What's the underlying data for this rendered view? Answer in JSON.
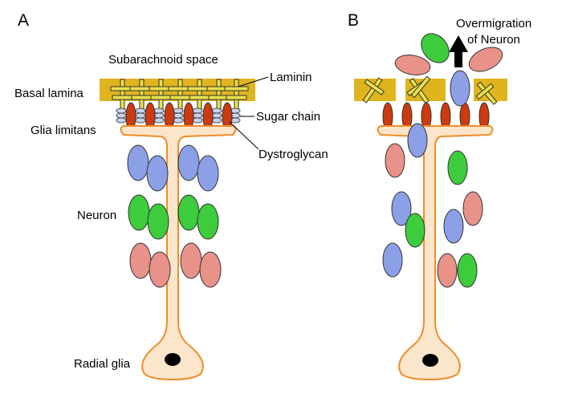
{
  "panels": {
    "a": {
      "letter": "A"
    },
    "b": {
      "letter": "B"
    }
  },
  "labels": {
    "subarachnoid_space": "Subarachnoid space",
    "basal_lamina": "Basal lamina",
    "laminin": "Laminin",
    "sugar_chain": "Sugar chain",
    "glia_limitans": "Glia limitans",
    "dystroglycan": "Dystroglycan",
    "neuron": "Neuron",
    "radial_glia": "Radial glia",
    "overmigration_line1": "Overmigration",
    "overmigration_line2": "of Neuron"
  },
  "colors": {
    "basal_lamina": "#e0b41e",
    "laminin": "#e8e04a",
    "dystroglycan": "#cc3a10",
    "sugar_chain": "#c8d4ee",
    "glia_fill": "#fbe6cc",
    "glia_stroke": "#f08c28",
    "neuron_blue": "#8ca0e8",
    "neuron_green": "#3ccc3c",
    "neuron_pink": "#e8928a",
    "nucleus": "#000000"
  }
}
